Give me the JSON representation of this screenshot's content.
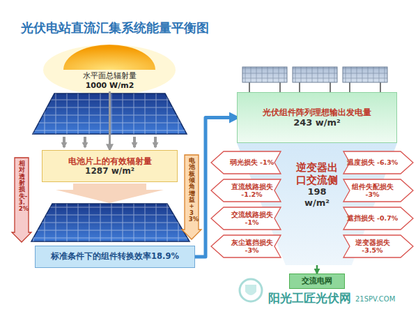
{
  "diagram": {
    "title": "光伏电站直流汇集系统能量平衡图",
    "nodes": [
      {
        "text": [
          "水平面总辐射量",
          "1000 W/m2"
        ]
      },
      {
        "text": [
          "电池片上的有效辐射量",
          "1287 w/m²"
        ]
      },
      {
        "text": [
          "相对透射损失-3.2%"
        ]
      },
      {
        "text": [
          "电池板倾角增益+33%"
        ]
      },
      {
        "text": [
          "标准条件下的组件转换效率18.9%"
        ]
      },
      {
        "text": [
          "光伏组件阵列理想输出发电量",
          "243 w/m²"
        ]
      },
      {
        "text": [
          "逆变器出口交流侧",
          "198 w/m²"
        ]
      },
      {
        "text": [
          "弱光损失 -1%"
        ]
      },
      {
        "text": [
          "直流线路损失 -1.2%"
        ]
      },
      {
        "text": [
          "交流线路损失 -1%"
        ]
      },
      {
        "text": [
          "灰尘遮挡损失 -3%"
        ]
      },
      {
        "text": [
          "温度损失 -6.3%"
        ]
      },
      {
        "text": [
          "组件失配损失 -3%"
        ]
      },
      {
        "text": [
          "遮挡损失 -0.7%"
        ]
      },
      {
        "text": [
          "逆变器损失 -3.5%"
        ]
      },
      {
        "text": [
          "交流电网"
        ]
      }
    ],
    "edges": [
      {
        "from": 0,
        "to": 1,
        "arrow": "to"
      },
      {
        "from": 4,
        "to": 5,
        "arrow": "to"
      },
      {
        "from": 6,
        "to": 15,
        "arrow": "to"
      }
    ],
    "labels": [
      "阳光工匠光伏网",
      "21SPV.COM"
    ]
  }
}
